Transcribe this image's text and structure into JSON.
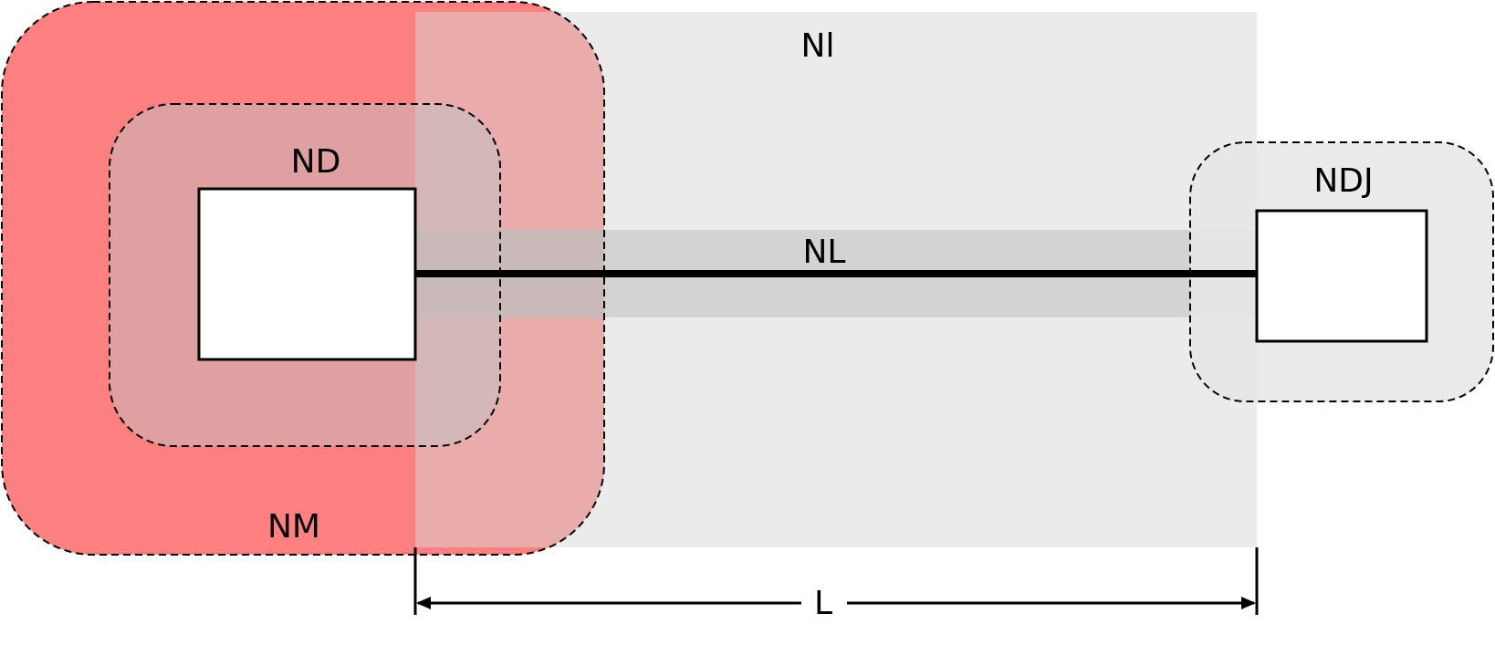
{
  "labels": {
    "region_nl_wide": "Nl",
    "region_nd": "ND",
    "region_ndj": "NDJ",
    "region_nl_link": "NL",
    "region_nm": "NM",
    "length": "L"
  },
  "colors": {
    "nm_fill": "#ff8080",
    "nm_overlap_fill": "#eaabab",
    "nl_wide_fill": "#ebebeb",
    "nd_fill": "#dea0a0",
    "nd_overlap_fill": "#d4b8b8",
    "nl_link_fill": "#d3d3d3",
    "ndj_fill": "#e6e6e6",
    "node_fill": "#ffffff",
    "line": "#000000"
  }
}
